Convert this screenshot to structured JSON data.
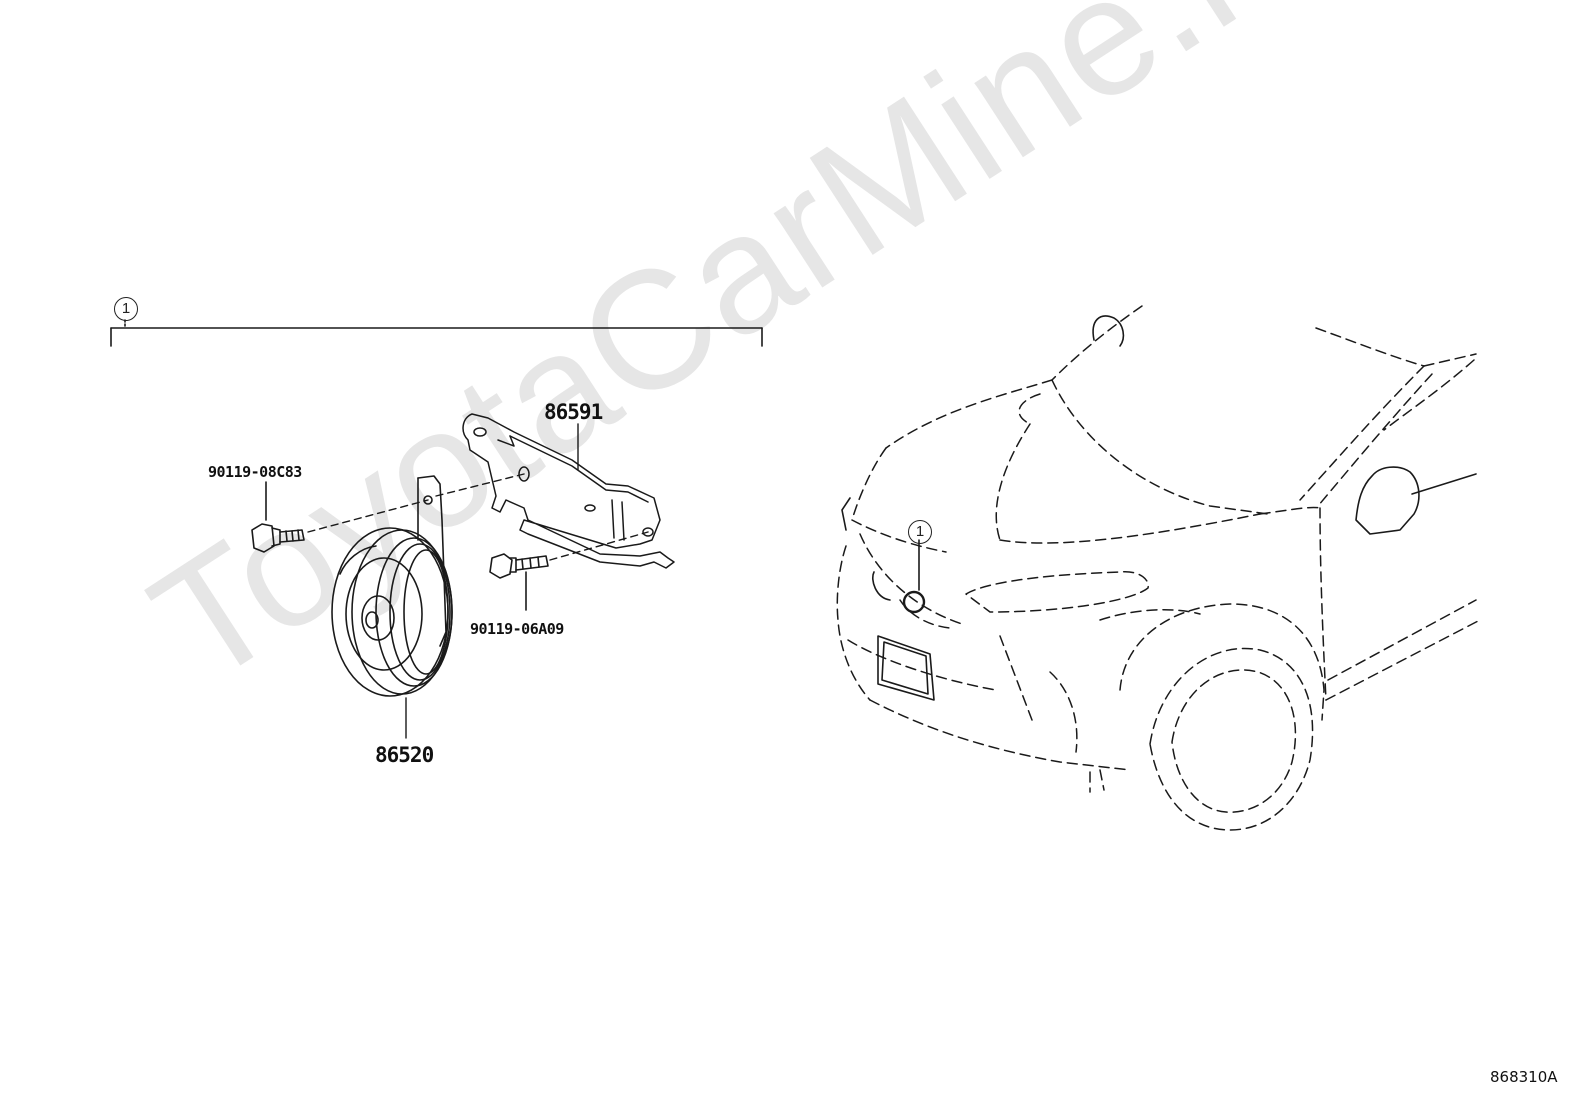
{
  "watermark": "ToyotaCarMine.ru",
  "group_marker": "1",
  "parts": {
    "bracket": "86591",
    "horn": "86520",
    "bolt_upper": "90119-08C83",
    "bolt_lower": "90119-06A09"
  },
  "vehicle_marker": "1",
  "diagram_code": "868310A"
}
